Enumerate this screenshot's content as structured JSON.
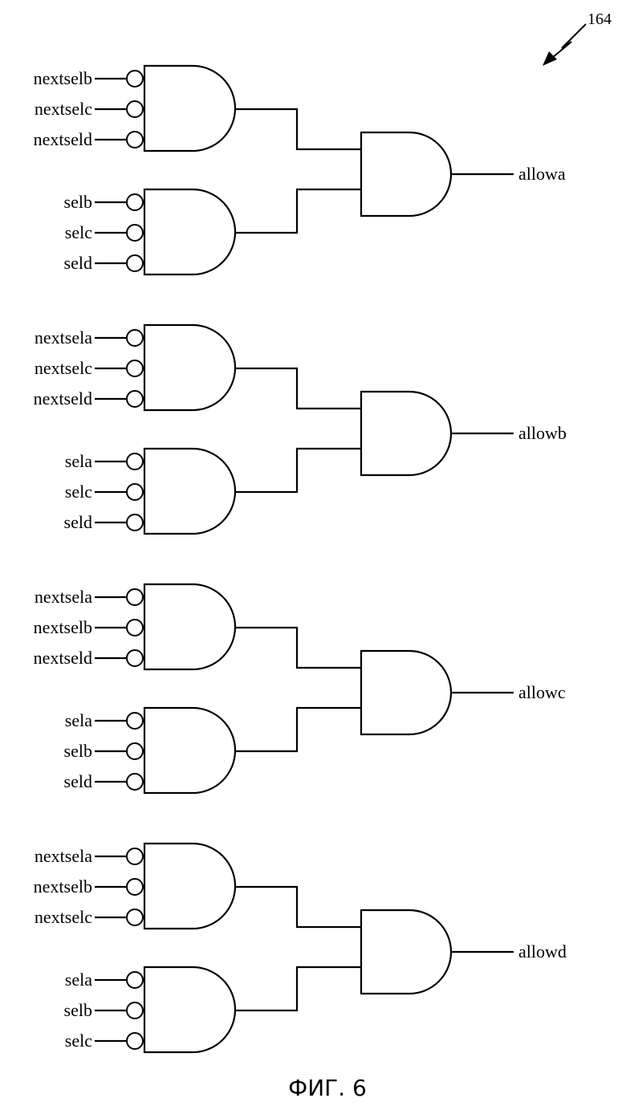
{
  "reference_number": "164",
  "figure_caption": "ФИГ. 6",
  "blocks": [
    {
      "output": "allowa",
      "upper_inputs": [
        "nextselb",
        "nextselc",
        "nextseld"
      ],
      "lower_inputs": [
        "selb",
        "selc",
        "seld"
      ]
    },
    {
      "output": "allowb",
      "upper_inputs": [
        "nextsela",
        "nextselc",
        "nextseld"
      ],
      "lower_inputs": [
        "sela",
        "selc",
        "seld"
      ]
    },
    {
      "output": "allowc",
      "upper_inputs": [
        "nextsela",
        "nextselb",
        "nextseld"
      ],
      "lower_inputs": [
        "sela",
        "selb",
        "seld"
      ]
    },
    {
      "output": "allowd",
      "upper_inputs": [
        "nextsela",
        "nextselb",
        "nextselc"
      ],
      "lower_inputs": [
        "sela",
        "selb",
        "selc"
      ]
    }
  ]
}
